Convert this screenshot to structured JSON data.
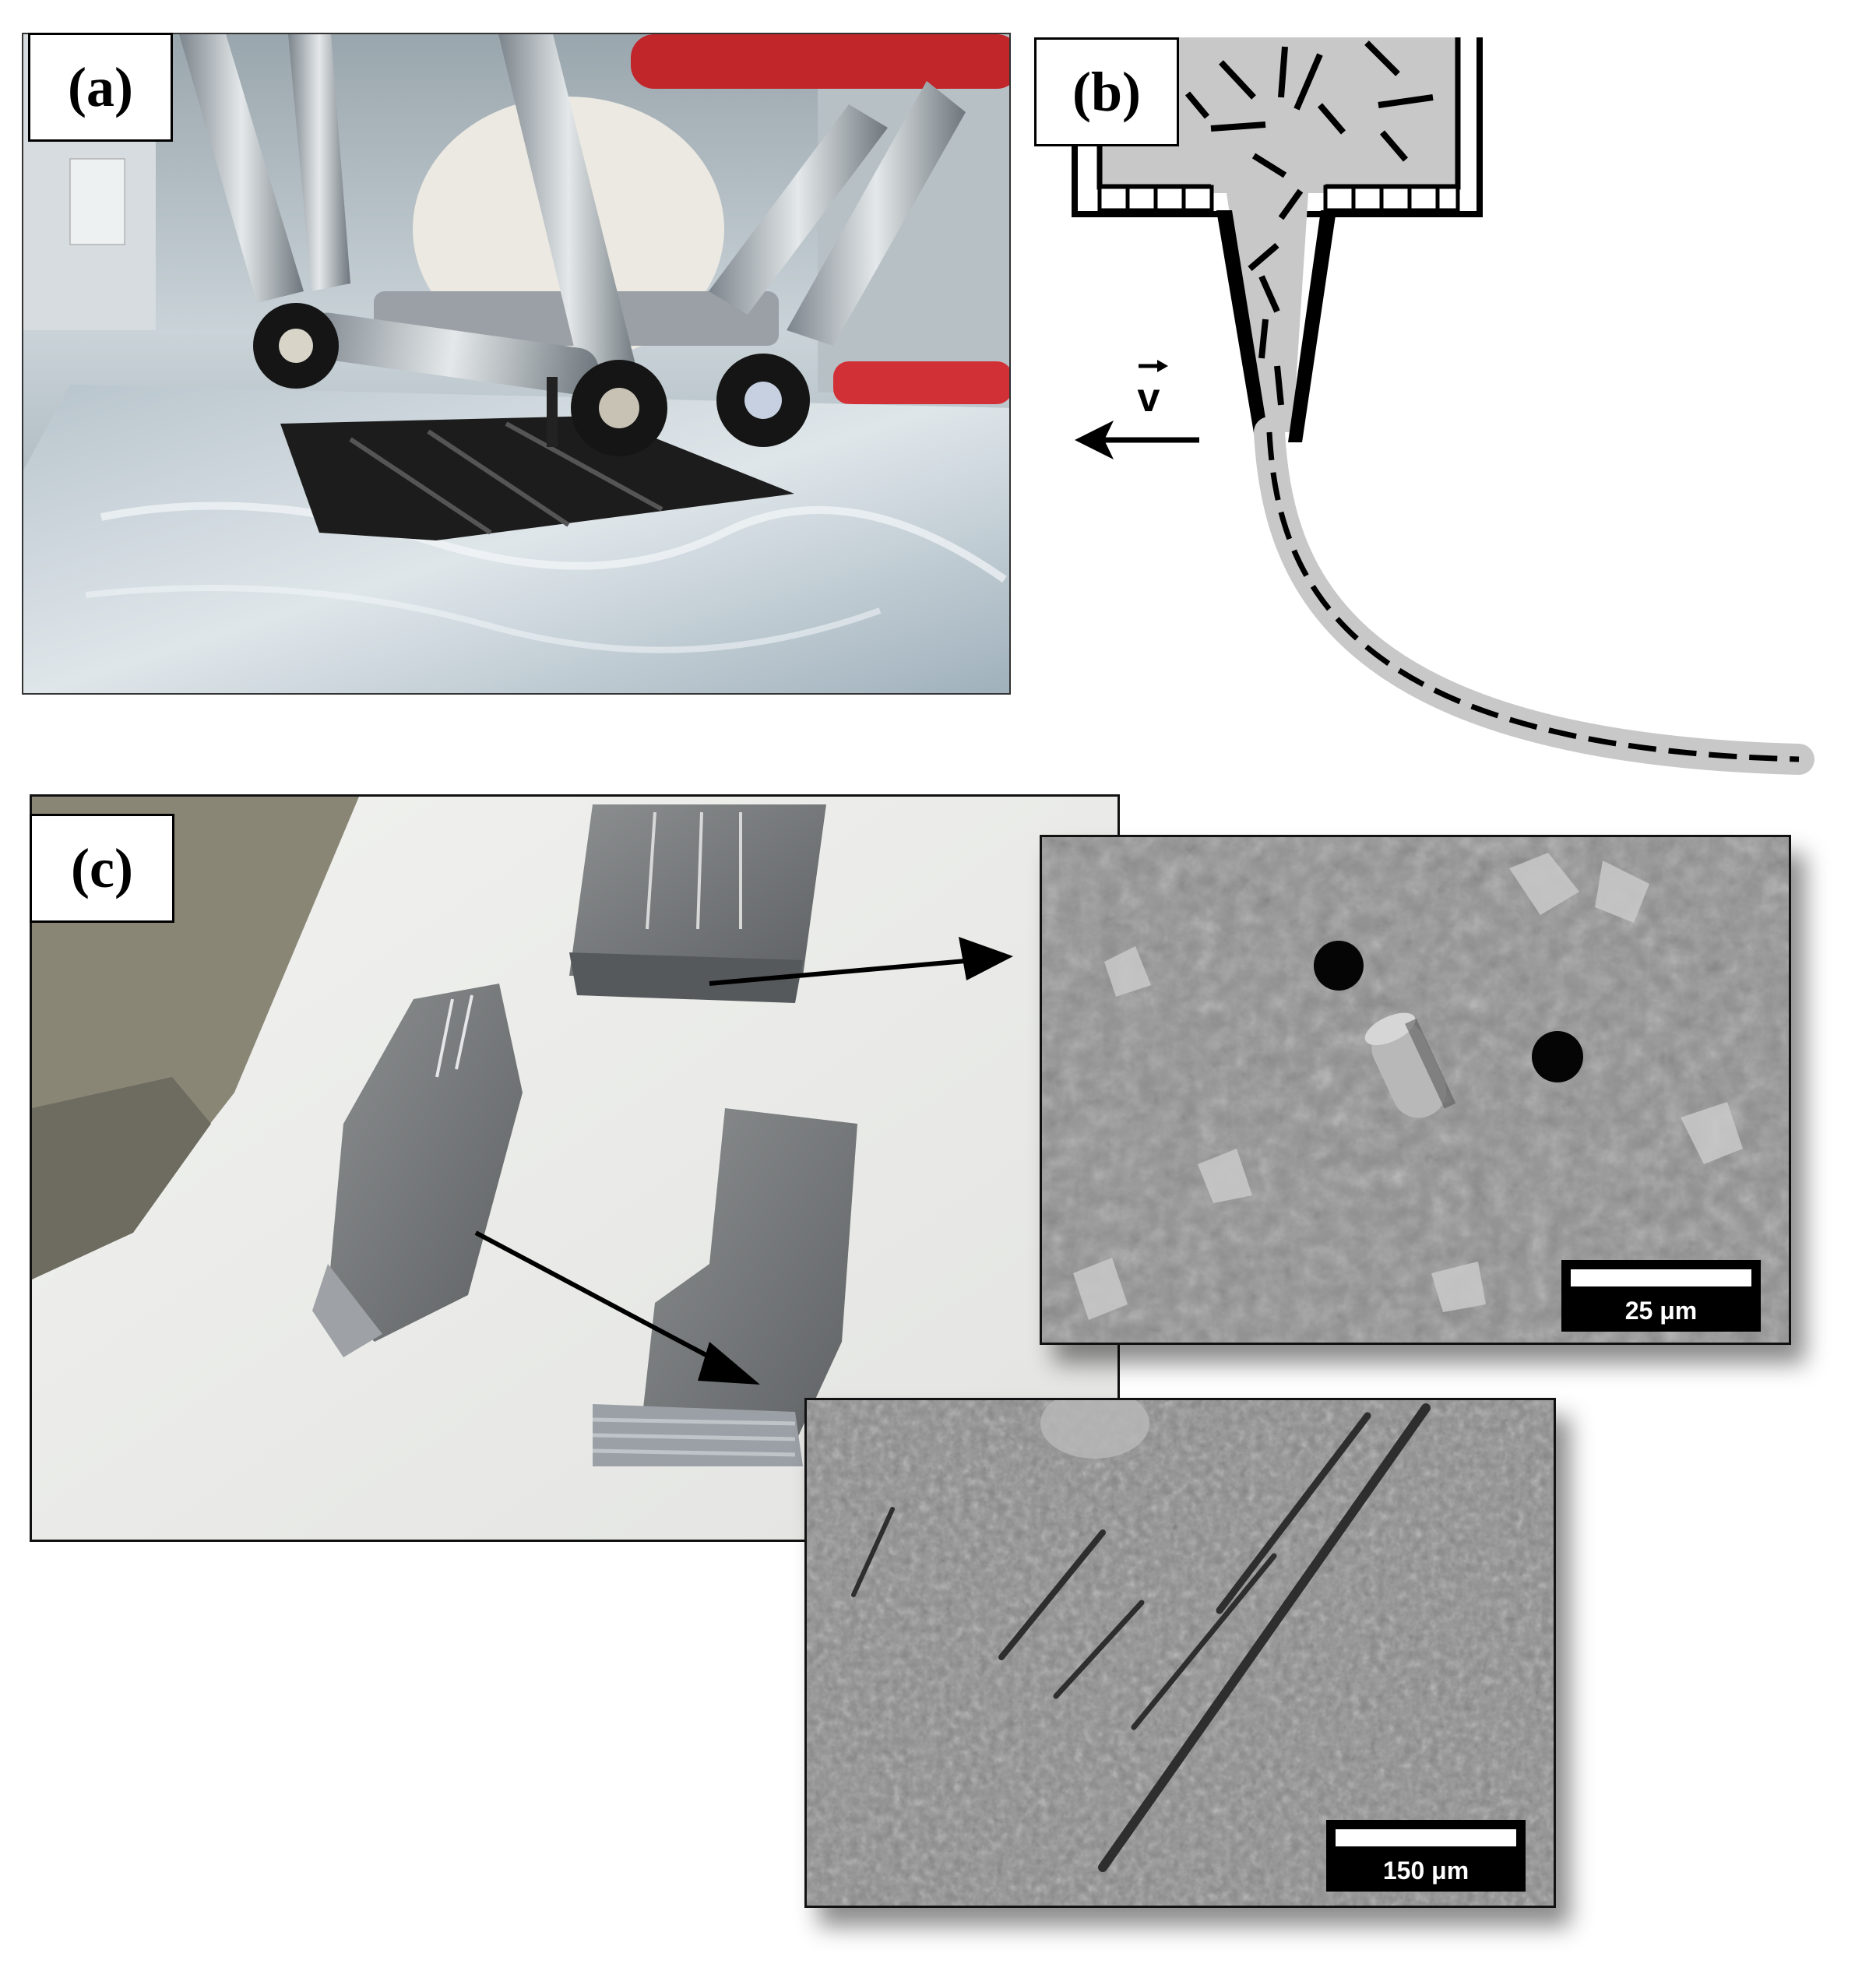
{
  "panels": {
    "a": {
      "label": "(a)"
    },
    "b": {
      "label": "(b)",
      "velocity_symbol": "v"
    },
    "c": {
      "label": "(c)"
    }
  },
  "sem_images": {
    "top": {
      "scale_label": "25 μm"
    },
    "bottom": {
      "scale_label": "150 μm"
    }
  }
}
